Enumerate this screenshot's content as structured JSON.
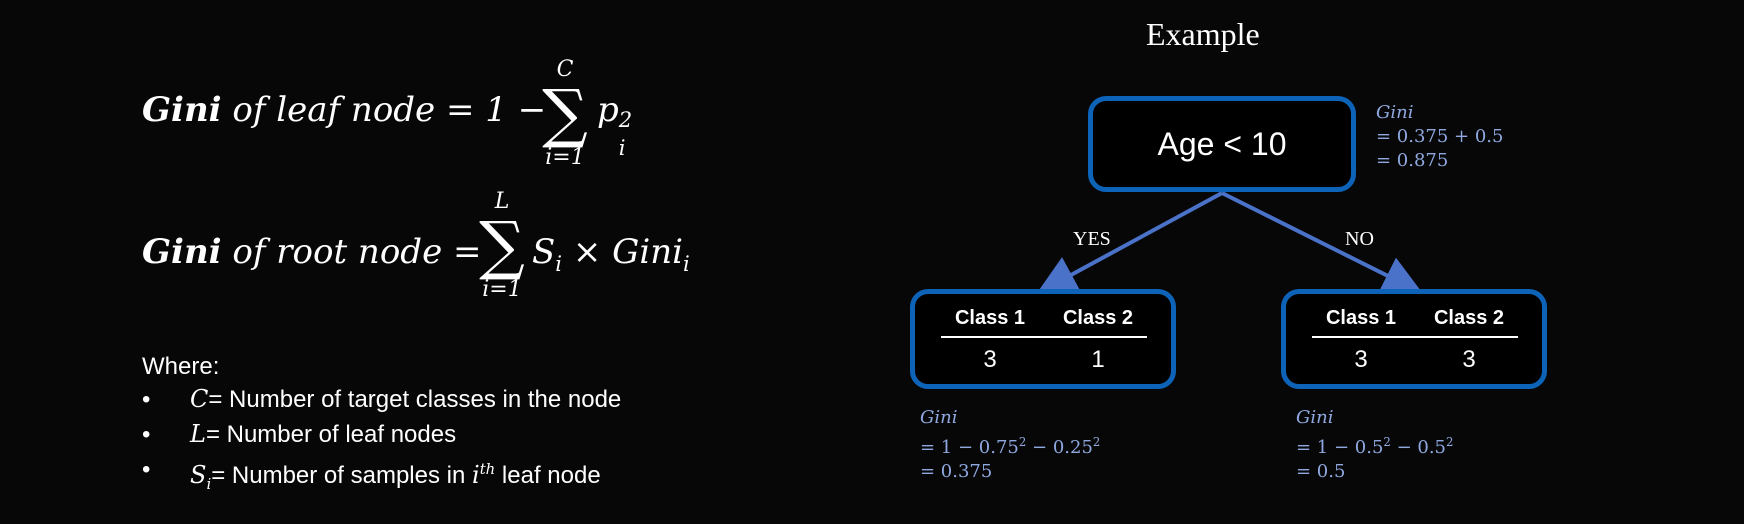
{
  "formulas": {
    "leaf": {
      "bold": "Gini",
      "text": "of leaf node = 1 −",
      "sum_upper": "C",
      "sum_lower": "i=1",
      "term": "p",
      "term_sub": "i",
      "term_sup": "2"
    },
    "root": {
      "bold": "Gini",
      "text": "of root node =",
      "sum_upper": "L",
      "sum_lower": "i=1",
      "term_a": "S",
      "term_a_sub": "i",
      "op": "×",
      "term_b": "Gini",
      "term_b_sub": "i"
    }
  },
  "legend": {
    "where": "Where:",
    "bullet": "•",
    "items": [
      {
        "symbol": "C",
        "text": "= Number of target classes in the node"
      },
      {
        "symbol": "L",
        "text": "= Number of leaf nodes"
      },
      {
        "symbol": "S",
        "symbol_sub": "i",
        "text": "= Number of samples in ",
        "sup_sym": "i",
        "sup": "th",
        "tail": " leaf node"
      }
    ]
  },
  "example": {
    "title": "Example",
    "root": {
      "label": "Age < 10",
      "gini_label": "Gini",
      "gini_line1": "= 0.375 + 0.5",
      "gini_line2": "= 0.875"
    },
    "branches": {
      "left": "YES",
      "right": "NO"
    },
    "left_leaf": {
      "col1": "Class 1",
      "col2": "Class 2",
      "val1": "3",
      "val2": "1",
      "gini_label": "Gini",
      "g1_a": "= 1  − 0.75",
      "g1_a_sup": "2",
      "g1_b": "  − 0.25",
      "g1_b_sup": "2",
      "gini_line2": "= 0.375"
    },
    "right_leaf": {
      "col1": "Class 1",
      "col2": "Class 2",
      "val1": "3",
      "val2": "3",
      "gini_label": "Gini",
      "g1_a": "= 1  − 0.5",
      "g1_a_sup": "2",
      "g1_b": "  − 0.5",
      "g1_b_sup": "2",
      "gini_line2": "= 0.5"
    },
    "colors": {
      "node_border": "#0d63b8",
      "arrow": "#4a72c8",
      "gini_text": "#8fa8e0"
    }
  }
}
